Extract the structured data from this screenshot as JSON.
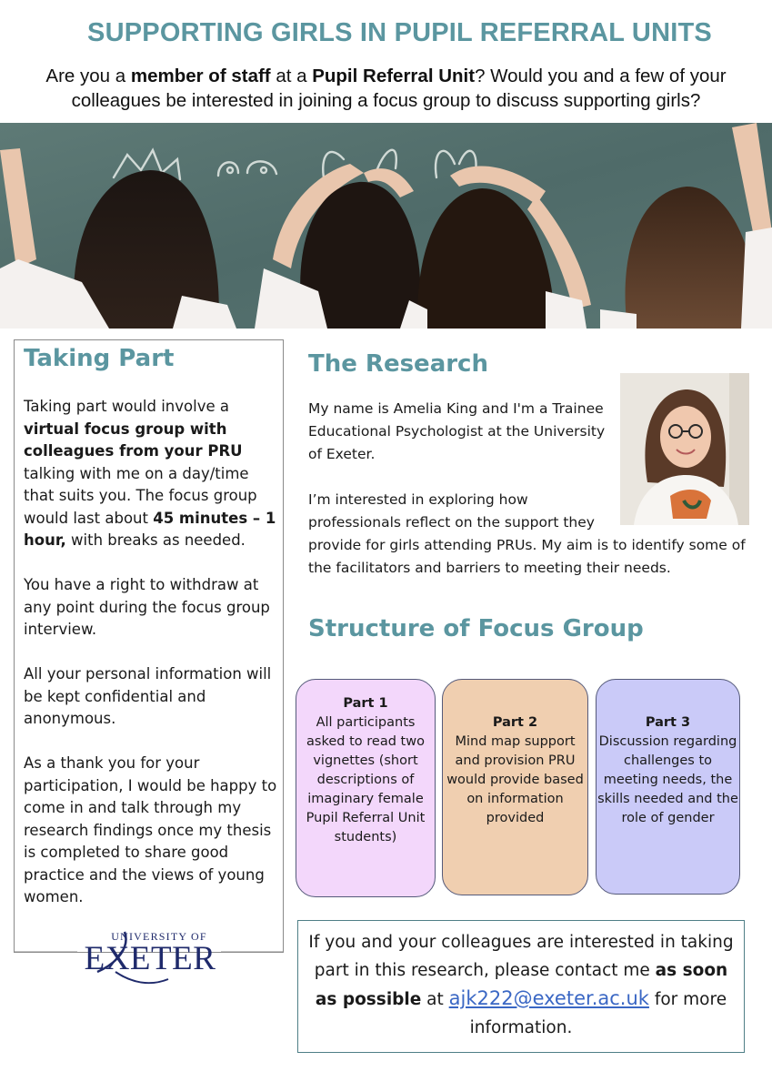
{
  "header": {
    "title": "SUPPORTING GIRLS IN PUPIL REFERRAL UNITS",
    "intro": {
      "t1": "Are you a ",
      "b1": "member of staff",
      "t2": " at a ",
      "b2": "Pupil Referral Unit",
      "t3": "? Would you and a few of your colleagues be interested in joining a focus group to discuss supporting girls?"
    }
  },
  "taking_part": {
    "heading": "Taking Part",
    "p1": {
      "t1": "Taking part would involve a ",
      "b1": "virtual focus group with colleagues from your PRU",
      "t2": " talking with me on a day/time that suits you. The focus group would last about ",
      "b2": "45 minutes – 1 hour,",
      "t3": " with breaks as needed."
    },
    "p2": "You have a right to withdraw at any point during the focus group interview.",
    "p3": "All your personal information will be kept confidential and anonymous.",
    "p4": "As a thank you for your participation, I would be happy to come in and talk through my research findings once my thesis is completed to share good practice and the views of young women."
  },
  "logo": {
    "small": "UNIVERSITY OF",
    "name": "EXETER"
  },
  "research": {
    "heading": "The Research",
    "p1a": "My name is Amelia King and I'm a Trainee",
    "p1b": "Educational Psychologist at the University",
    "p1c": "of Exeter.",
    "p2a": "I’m interested in exploring how",
    "p2b": "professionals reflect on the support they",
    "p2c": "provide for girls attending PRUs. My aim is to identify some of the facilitators and barriers to meeting their needs."
  },
  "structure": {
    "heading": "Structure of Focus Group",
    "parts": [
      {
        "title": "Part 1",
        "text": "All participants asked to read two vignettes (short descriptions of imaginary female Pupil Referral Unit students)"
      },
      {
        "title": "Part 2",
        "text": "Mind map support and provision PRU would provide based on information provided"
      },
      {
        "title": "Part 3",
        "text": "Discussion regarding challenges to meeting needs, the skills needed and the role of gender"
      }
    ]
  },
  "contact": {
    "t1": "If you and your colleagues are interested in taking part in this research, please contact me ",
    "b1": "as soon as possible",
    "t2": " at ",
    "email": "ajk222@exeter.ac.uk",
    "t3": " for more information."
  },
  "colors": {
    "heading": "#5b96a0",
    "part1_bg": "#f3d7fb",
    "part2_bg": "#f0cfb0",
    "part3_bg": "#cacaf8",
    "link": "#3a67c4",
    "logo_navy": "#1f2a6b"
  }
}
